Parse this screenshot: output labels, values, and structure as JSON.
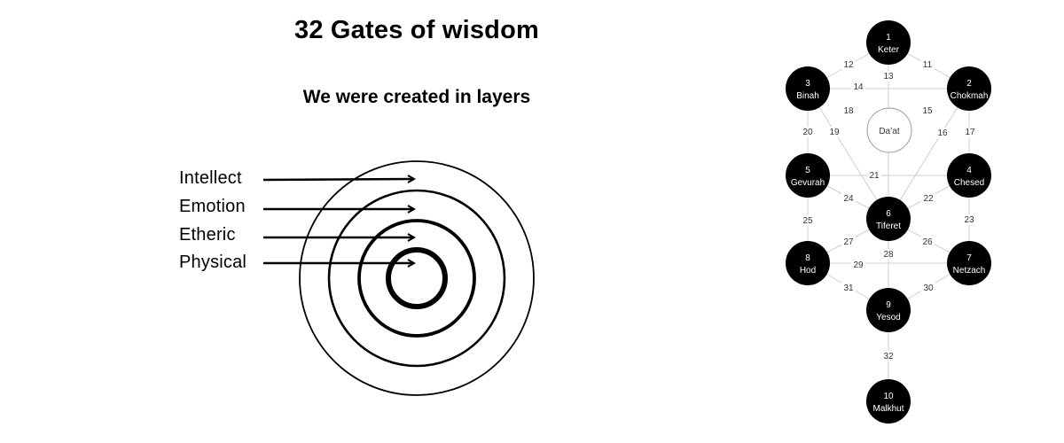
{
  "heading": {
    "title": "32 Gates of wisdom",
    "subtitle": "We were created in layers"
  },
  "layers": [
    {
      "label": "Intellect"
    },
    {
      "label": "Emotion"
    },
    {
      "label": "Etheric"
    },
    {
      "label": "Physical"
    }
  ],
  "tree": {
    "sephirot": [
      {
        "id": "1",
        "name": "Keter"
      },
      {
        "id": "2",
        "name": "Chokmah"
      },
      {
        "id": "3",
        "name": "Binah"
      },
      {
        "id": "4",
        "name": "Chesed"
      },
      {
        "id": "5",
        "name": "Gevurah"
      },
      {
        "id": "6",
        "name": "Tiferet"
      },
      {
        "id": "7",
        "name": "Netzach"
      },
      {
        "id": "8",
        "name": "Hod"
      },
      {
        "id": "9",
        "name": "Yesod"
      },
      {
        "id": "10",
        "name": "Malkhut"
      }
    ],
    "daat": "Da’at",
    "paths": [
      {
        "n": "11",
        "from": "1",
        "to": "2"
      },
      {
        "n": "12",
        "from": "1",
        "to": "3"
      },
      {
        "n": "13",
        "from": "1",
        "to": "6"
      },
      {
        "n": "14",
        "from": "2",
        "to": "3"
      },
      {
        "n": "15",
        "from": "2",
        "to": "6"
      },
      {
        "n": "16",
        "from": "2",
        "to": "6"
      },
      {
        "n": "17",
        "from": "2",
        "to": "4"
      },
      {
        "n": "18",
        "from": "3",
        "to": "6"
      },
      {
        "n": "19",
        "from": "3",
        "to": "6"
      },
      {
        "n": "20",
        "from": "3",
        "to": "5"
      },
      {
        "n": "21",
        "from": "4",
        "to": "5"
      },
      {
        "n": "22",
        "from": "4",
        "to": "6"
      },
      {
        "n": "23",
        "from": "4",
        "to": "7"
      },
      {
        "n": "24",
        "from": "5",
        "to": "6"
      },
      {
        "n": "25",
        "from": "5",
        "to": "8"
      },
      {
        "n": "26",
        "from": "6",
        "to": "7"
      },
      {
        "n": "27",
        "from": "6",
        "to": "8"
      },
      {
        "n": "28",
        "from": "6",
        "to": "9"
      },
      {
        "n": "29",
        "from": "7",
        "to": "8"
      },
      {
        "n": "30",
        "from": "7",
        "to": "9"
      },
      {
        "n": "31",
        "from": "8",
        "to": "9"
      },
      {
        "n": "32",
        "from": "9",
        "to": "10"
      }
    ]
  }
}
